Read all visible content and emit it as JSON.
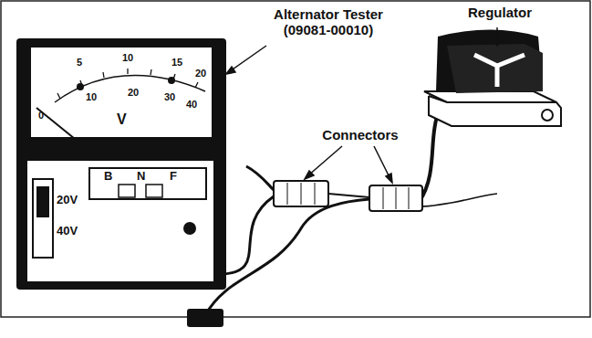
{
  "diagram": {
    "labels": [
      "Alternator Tester (09081-00010)",
      "Regulator",
      "Connectors",
      "0",
      "5",
      "10",
      "15",
      "20",
      "10",
      "20",
      "30",
      "40",
      "V",
      "B",
      "N",
      "F",
      "20V",
      "40V"
    ]
  }
}
